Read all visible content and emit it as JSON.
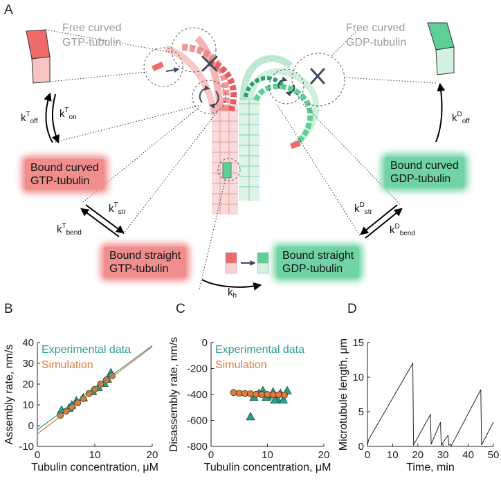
{
  "panels": {
    "A": "A",
    "B": "B",
    "C": "C",
    "D": "D"
  },
  "diagram": {
    "free_gtp": [
      "Free curved",
      "GTP-tubulin"
    ],
    "free_gdp": [
      "Free curved",
      "GDP-tubulin"
    ],
    "bound_curved_gtp": [
      "Bound curved",
      "GTP-tubulin"
    ],
    "bound_curved_gdp": [
      "Bound curved",
      "GDP-tubulin"
    ],
    "bound_straight_gtp": [
      "Bound straight",
      "GTP-tubulin"
    ],
    "bound_straight_gdp": [
      "Bound straight",
      "GDP-tubulin"
    ],
    "rates": {
      "koff_T": {
        "k": "k",
        "sup": "T",
        "sub": "off"
      },
      "kon_T": {
        "k": "k",
        "sup": "T",
        "sub": "on"
      },
      "koff_D": {
        "k": "k",
        "sup": "D",
        "sub": "off"
      },
      "kstr_T": {
        "k": "k",
        "sup": "T",
        "sub": "str"
      },
      "kbend_T": {
        "k": "k",
        "sup": "T",
        "sub": "bend"
      },
      "kstr_D": {
        "k": "k",
        "sup": "D",
        "sub": "str"
      },
      "kbend_D": {
        "k": "k",
        "sup": "D",
        "sub": "bend"
      },
      "kh": {
        "k": "k",
        "sub": "h"
      }
    },
    "colors": {
      "gtp": "#ef6b6b",
      "gtp_light": "#f7c3c3",
      "gdp": "#5fcf98",
      "gdp_light": "#cdeedd",
      "arrow": "#3b4a5c"
    }
  },
  "chart_data": [
    {
      "panel": "B",
      "type": "scatter",
      "xlabel": "Tubulin concentration, μM",
      "ylabel": "Assembly rate, nm/s",
      "xlim": [
        0,
        20
      ],
      "ylim": [
        -10,
        40
      ],
      "xticks": [
        "0",
        "10",
        "20"
      ],
      "yticks": [
        "-10",
        "0",
        "10",
        "20",
        "30",
        "40"
      ],
      "legend": [
        "Experimental data",
        "Simulation"
      ],
      "series": [
        {
          "name": "Experimental data",
          "color": "#2a9d8f",
          "marker": "triangle",
          "x": [
            4.2,
            5.5,
            6.0,
            6.8,
            8.0,
            9.6,
            10.6,
            11.6,
            12.2,
            12.8
          ],
          "y": [
            7.5,
            8.5,
            10,
            12,
            13.5,
            16.5,
            18.5,
            20.5,
            22.5,
            25.5
          ]
        },
        {
          "name": "Simulation",
          "color": "#e07b39",
          "marker": "circle",
          "x": [
            4.0,
            5.0,
            6.0,
            7.0,
            8.0,
            9.0,
            10.0,
            11.0,
            12.0,
            13.0
          ],
          "y": [
            5,
            7,
            9,
            11,
            13,
            15.5,
            17.5,
            20,
            22,
            24
          ]
        },
        {
          "name": "Experimental fit",
          "color": "#2a9d8f",
          "line": true,
          "x": [
            0,
            20
          ],
          "y": [
            -2,
            38.5
          ]
        },
        {
          "name": "Simulation fit",
          "color": "#e07b39",
          "line": true,
          "x": [
            0,
            20
          ],
          "y": [
            -4,
            38
          ]
        }
      ]
    },
    {
      "panel": "C",
      "type": "scatter",
      "xlabel": "Tubulin concentration, μM",
      "ylabel": "Disassembly rate, nm/s",
      "xlim": [
        0,
        20
      ],
      "ylim": [
        -800,
        0
      ],
      "xticks": [
        "0",
        "10",
        "20"
      ],
      "yticks": [
        "0",
        "-200",
        "-400",
        "-600",
        "-800"
      ],
      "legend": [
        "Experimental data",
        "Simulation"
      ],
      "series": [
        {
          "name": "Experimental data",
          "color": "#2a9d8f",
          "marker": "triangle",
          "x": [
            7.0,
            7.6,
            8.5,
            9.2,
            10.0,
            11.0,
            11.8,
            12.3,
            12.8,
            13.5,
            9.8,
            11.3
          ],
          "y": [
            -570,
            -420,
            -390,
            -370,
            -410,
            -380,
            -440,
            -390,
            -440,
            -370,
            -420,
            -440
          ]
        },
        {
          "name": "Simulation",
          "color": "#e07b39",
          "marker": "circle",
          "x": [
            4.0,
            5.0,
            6.0,
            7.0,
            8.0,
            9.0,
            10.0,
            11.0,
            12.0,
            13.0
          ],
          "y": [
            -385,
            -390,
            -392,
            -395,
            -398,
            -400,
            -400,
            -402,
            -402,
            -404
          ]
        }
      ]
    },
    {
      "panel": "D",
      "type": "line",
      "xlabel": "Time, min",
      "ylabel": "Microtubule length, μm",
      "xlim": [
        0,
        50
      ],
      "ylim": [
        0,
        15
      ],
      "xticks": [
        "0",
        "10",
        "20",
        "30",
        "40",
        "50"
      ],
      "yticks": [
        "0",
        "5",
        "10",
        "15"
      ],
      "series": [
        {
          "name": "length",
          "color": "#222222",
          "x": [
            0,
            0.5,
            18,
            18.3,
            25,
            25.3,
            29,
            29.3,
            32,
            32.3,
            33,
            33.3,
            45,
            45.3,
            50
          ],
          "y": [
            0.2,
            1,
            12,
            0.2,
            4.6,
            0.3,
            3.5,
            0.2,
            1.6,
            0.2,
            0.3,
            0.1,
            8.2,
            0.2,
            3.5
          ]
        }
      ]
    }
  ]
}
